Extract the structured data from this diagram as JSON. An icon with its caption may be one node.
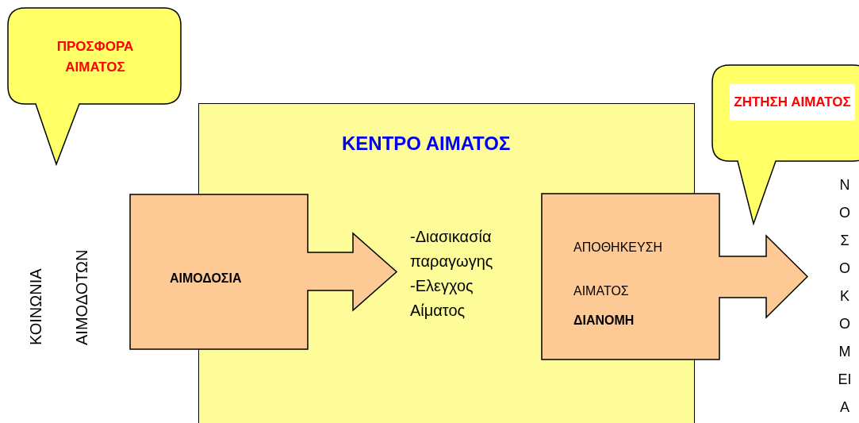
{
  "diagram": {
    "nodes": [
      {
        "text": [
          "ΠΡΟΣΦΟΡΑ ΑΙΜΑΤΟΣ"
        ]
      },
      {
        "text": [
          "ΚΕΝΤΡΟ ΑΙΜΑΤΟΣ",
          "-Διασικασία παραγωγης -Ελεγχος Αίματος"
        ]
      },
      {
        "text": [
          "ΑΙΜΟΔΟΣΙΑ"
        ]
      },
      {
        "text": [
          "ΑΠΟΘΗΚΕΥΣΗ ΑΙΜΑΤΟΣ",
          "ΔΙΑΝΟΜΗ"
        ]
      },
      {
        "text": [
          "ΖΗΤΗΣΗ ΑΙΜΑΤΟΣ"
        ]
      }
    ],
    "labels": [
      "ΚΟΙΝΩΝΙΑ ΑΙΜΟΔΟΤΩΝ",
      "ΝΟΣΟΚΟΜΕΙΑ"
    ]
  }
}
